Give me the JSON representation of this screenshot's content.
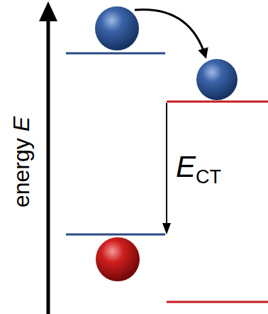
{
  "diagram": {
    "labels": [
      "energy",
      "E",
      "E",
      "CT"
    ]
  }
}
